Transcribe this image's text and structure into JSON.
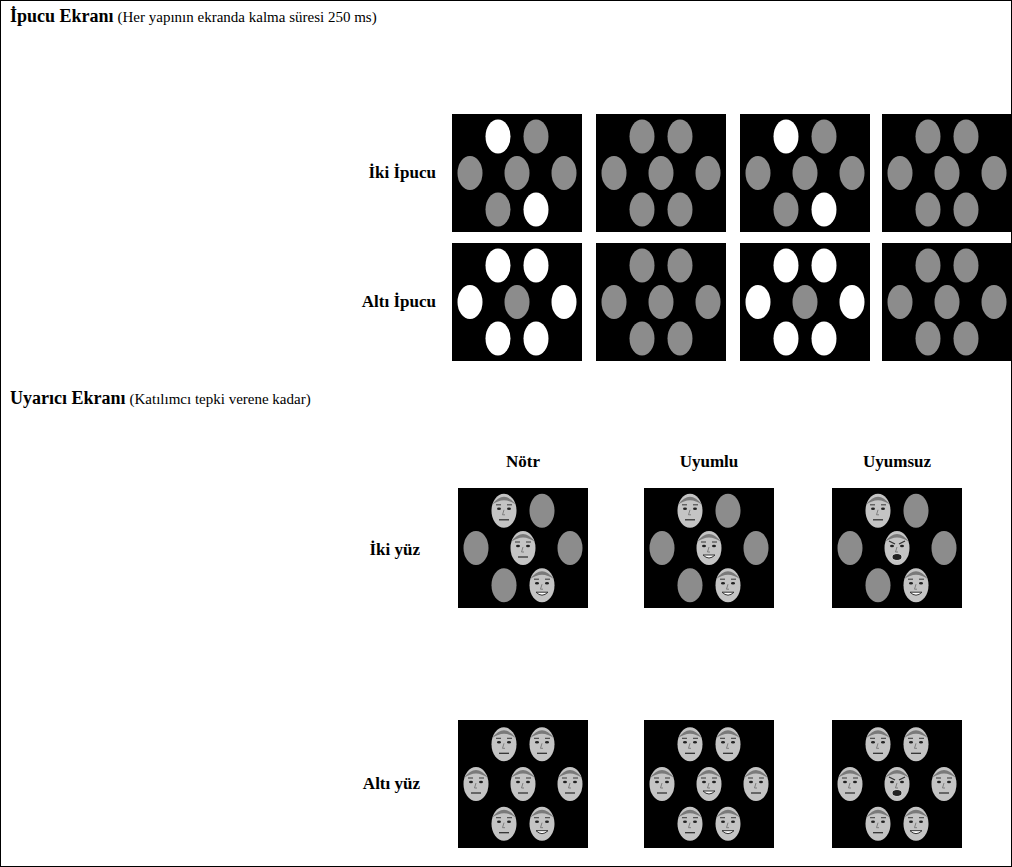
{
  "diagram": {
    "labels": [
      "İpucu Ekranı",
      "(Her yapının ekranda kalma süresi 250 ms)",
      "İki İpucu",
      "Altı İpucu",
      "Uyarıcı Ekranı",
      "(Katılımcı tepki verene kadar)",
      "Nötr",
      "Uyumlu",
      "Uyumsuz",
      "İki yüz",
      "Altı yüz"
    ]
  }
}
